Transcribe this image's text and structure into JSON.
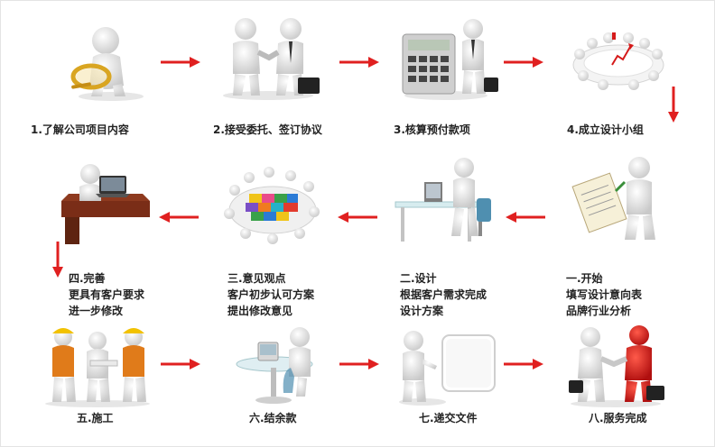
{
  "colors": {
    "arrow": "#e02020",
    "figure": "#f1f1f1",
    "figure_shade": "#c9c9c9",
    "accent_red": "#d51a1a",
    "table": "#dfeef2",
    "hardhat": "#f2c200"
  },
  "steps": [
    {
      "label": "1.了解公司项目内容",
      "icon": "magnifier-figure-icon"
    },
    {
      "label": "2.接受委托、签订协议",
      "icon": "handshake-figures-icon"
    },
    {
      "label": "3.核算预付款项",
      "icon": "calculator-figure-icon"
    },
    {
      "label": "4.成立设计小组",
      "icon": "round-table-meeting-icon"
    },
    {
      "label": "一.开始",
      "lines": [
        "填写设计意向表",
        "品牌行业分析"
      ],
      "icon": "clipboard-figure-icon"
    },
    {
      "label": "二.设计",
      "lines": [
        "根据客户需求完成",
        "设计方案"
      ],
      "icon": "computer-desk-figure-icon"
    },
    {
      "label": "三.意见观点",
      "lines": [
        "客户初步认可方案",
        "提出修改意见"
      ],
      "icon": "puzzle-table-meeting-icon"
    },
    {
      "label": "四.完善",
      "lines": [
        "更具有客户要求",
        "进一步修改"
      ],
      "icon": "laptop-desk-figure-icon"
    },
    {
      "label": "五.施工",
      "icon": "construction-workers-icon"
    },
    {
      "label": "六.结余款",
      "icon": "payment-desk-figure-icon"
    },
    {
      "label": "七.递交文件",
      "icon": "whiteboard-figure-icon"
    },
    {
      "label": "八.服务完成",
      "icon": "handshake-red-figure-icon"
    }
  ]
}
